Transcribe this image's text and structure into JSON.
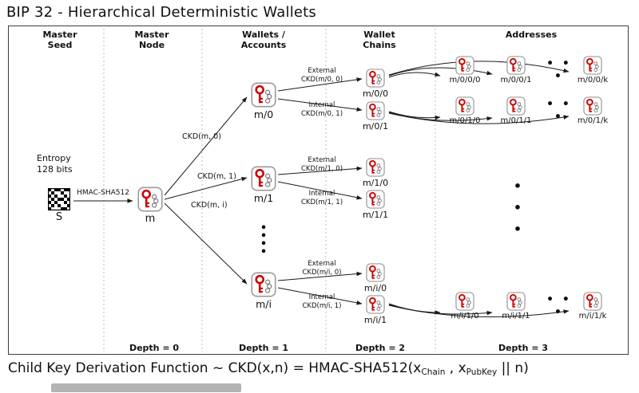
{
  "title": "BIP 32 - Hierarchical Deterministic Wallets",
  "headers": {
    "master_seed": "Master Seed",
    "master_node": "Master Node",
    "wallets_accounts": "Wallets / Accounts",
    "wallet_chains": "Wallet Chains",
    "addresses": "Addresses"
  },
  "seed": {
    "entropy": "Entropy\n128 bits",
    "hmac": "HMAC-SHA512",
    "label": "S"
  },
  "nodes": {
    "m": "m",
    "m0": "m/0",
    "m1": "m/1",
    "mi": "m/i",
    "m00": "m/0/0",
    "m01": "m/0/1",
    "m10": "m/1/0",
    "m11": "m/1/1",
    "mi0": "m/i/0",
    "mi1": "m/i/1",
    "m000": "m/0/0/0",
    "m001": "m/0/0/1",
    "m00k": "m/0/0/k",
    "m010": "m/0/1/0",
    "m011": "m/0/1/1",
    "m01k": "m/0/1/k",
    "mi10": "m/i/1/0",
    "mi11": "m/i/1/1",
    "mi1k": "m/i/1/k"
  },
  "edges": {
    "ckd_m_0": "CKD(m, 0)",
    "ckd_m_1": "CKD(m, 1)",
    "ckd_m_i": "CKD(m, i)",
    "ext_m0": "External\nCKD(m/0, 0)",
    "int_m0": "Internal\nCKD(m/0, 1)",
    "ext_m1": "External\nCKD(m/1, 0)",
    "int_m1": "Internal\nCKD(m/1, 1)",
    "ext_mi": "External\nCKD(m/i, 0)",
    "int_mi": "Internal\nCKD(m/i, 1)"
  },
  "depths": {
    "d0": "Depth = 0",
    "d1": "Depth = 1",
    "d2": "Depth = 2",
    "d3": "Depth = 3"
  },
  "ellipsis": {
    "h": "• • •",
    "v3": "•\n•\n•",
    "v4": "•\n•\n•\n•"
  },
  "formula": {
    "prefix": "Child Key Derivation Function ~  CKD(x,n) = HMAC-SHA512(x",
    "sub_chain": "Chain",
    "mid": " , x",
    "sub_pubkey": "PubKey",
    "suffix": " || n)"
  },
  "colors": {
    "key_red": "#cc0000",
    "arrow": "#1a1a1a",
    "divider": "#bdbdbd"
  }
}
